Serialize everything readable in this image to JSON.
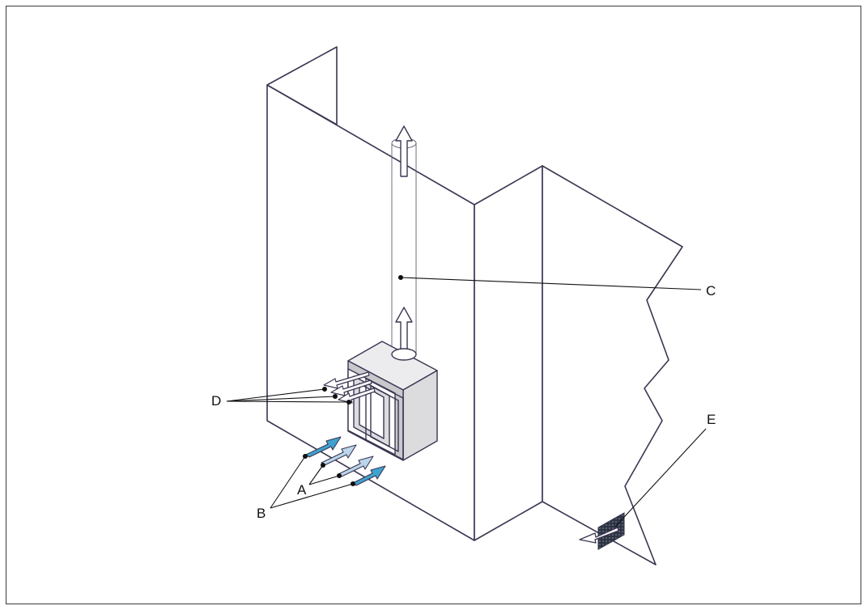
{
  "labels": {
    "a": "A",
    "b": "B",
    "c": "C",
    "d": "D",
    "e": "E"
  },
  "colors": {
    "wall_stroke": "#3c3552",
    "leader": "#111111",
    "supply_arrow": "#3ea2cf",
    "return_arrow": "#b9d6ea",
    "outline_arrow": "#ffffff",
    "grille": "#2e3344"
  }
}
